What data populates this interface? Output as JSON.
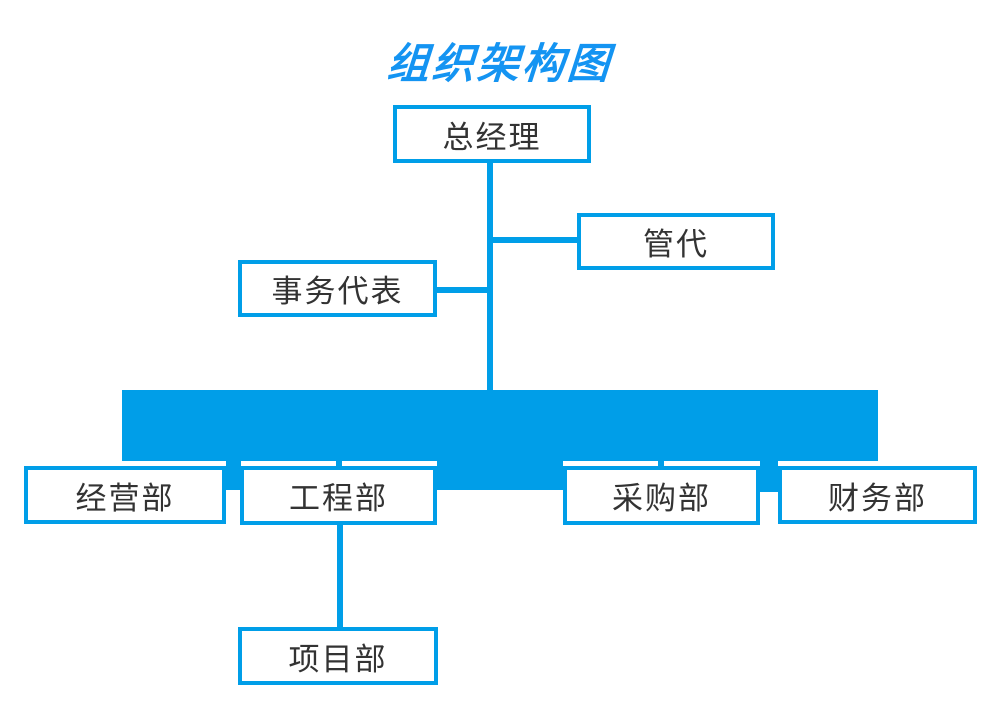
{
  "title": "组织架构图",
  "colors": {
    "accent": "#009ee8",
    "title": "#1494f2",
    "text": "#333333",
    "background": "#ffffff"
  },
  "org": {
    "root": "总经理",
    "management_rep": "管代",
    "affairs_rep": "事务代表",
    "departments": [
      "经营部",
      "工程部",
      "采购部",
      "财务部"
    ],
    "sub_department": "项目部"
  }
}
